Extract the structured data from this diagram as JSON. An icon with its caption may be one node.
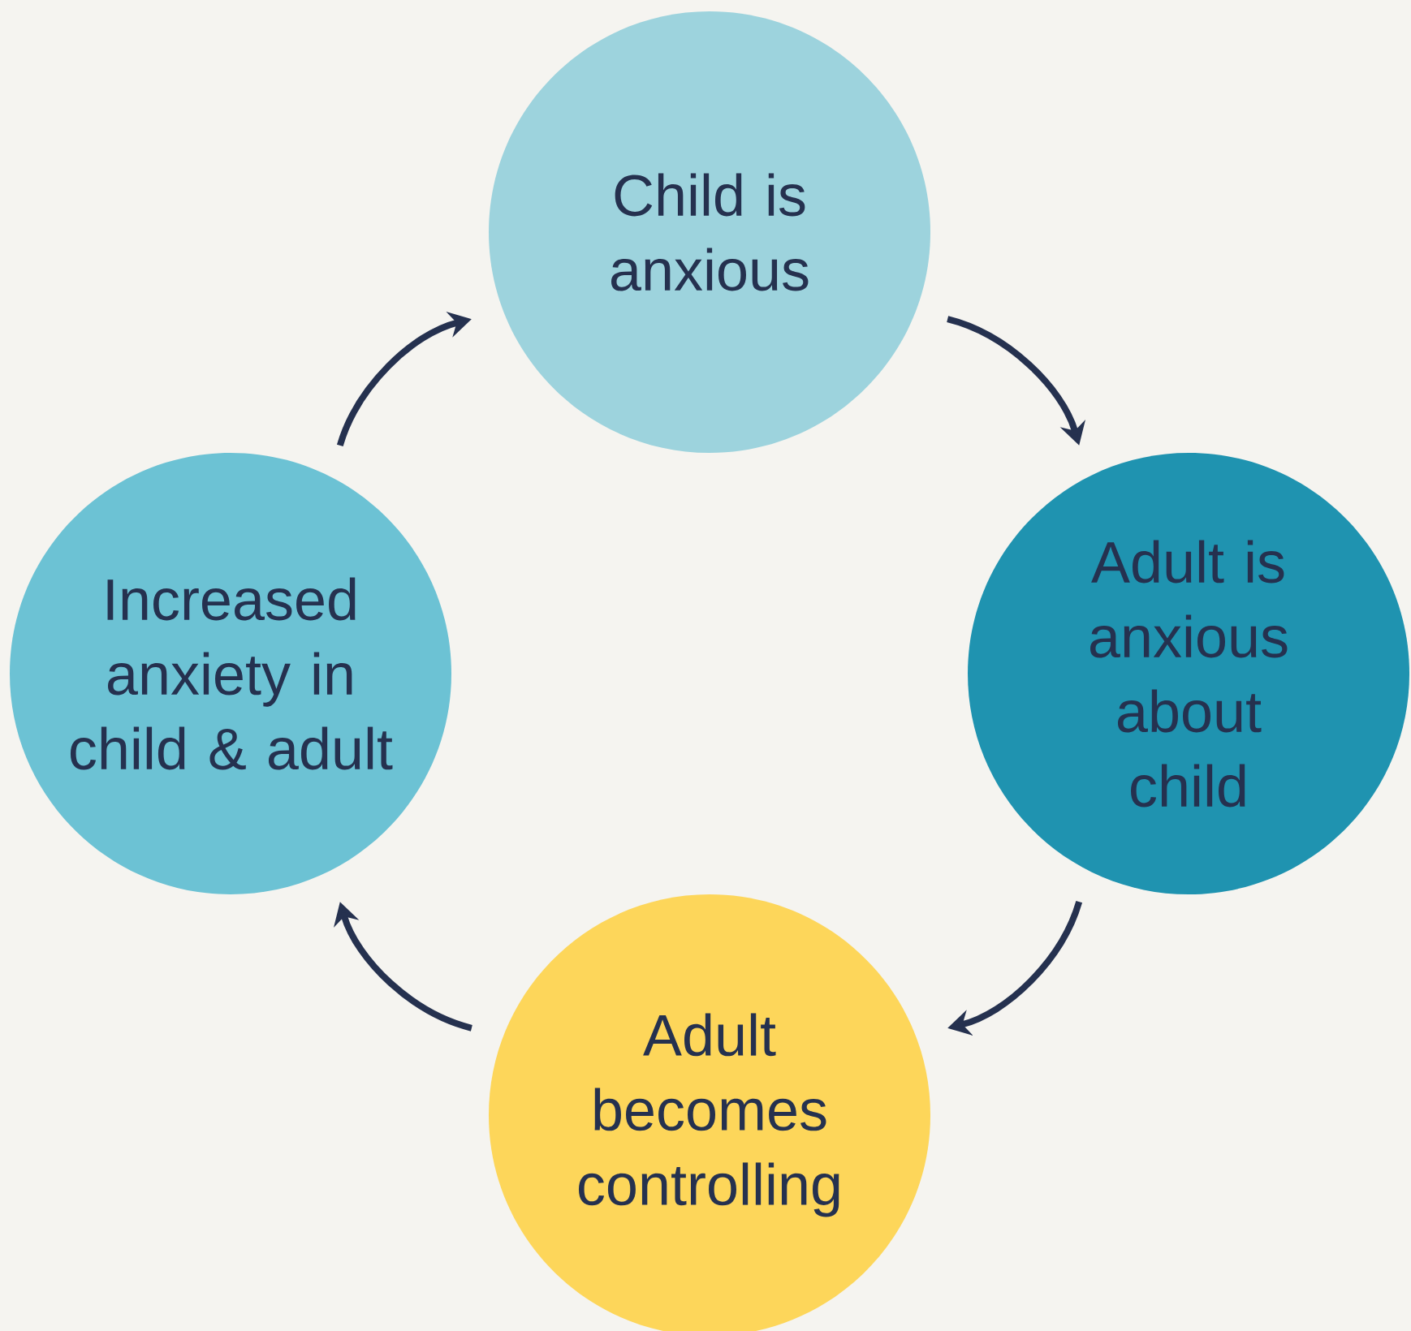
{
  "diagram": {
    "nodes": [
      {
        "text": [
          "Child is anxious"
        ]
      },
      {
        "text": [
          "Adult is anxious about child"
        ]
      },
      {
        "text": [
          "Adult becomes controlling"
        ]
      },
      {
        "text": [
          "Increased anxiety in child & adult"
        ]
      }
    ],
    "edges": [
      {
        "from": 0,
        "to": 1,
        "arrow": "to"
      },
      {
        "from": 1,
        "to": 2,
        "arrow": "to"
      },
      {
        "from": 2,
        "to": 3,
        "arrow": "to"
      },
      {
        "from": 3,
        "to": 0,
        "arrow": "to"
      }
    ]
  }
}
